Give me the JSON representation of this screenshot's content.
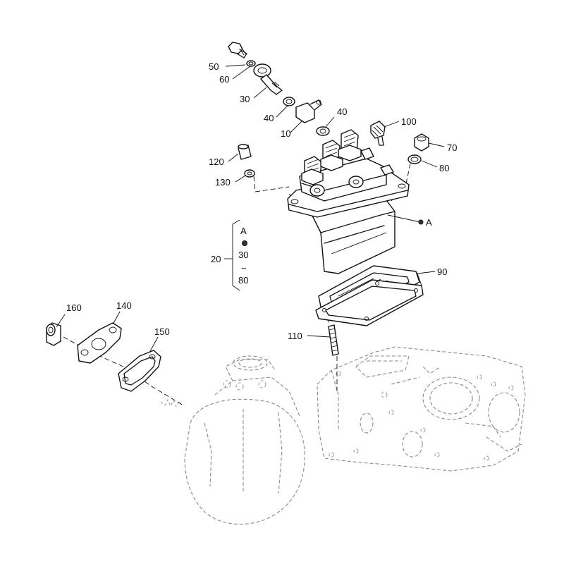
{
  "diagram": {
    "callouts": {
      "c10": "10",
      "c20": "20",
      "c30": "30",
      "c40a": "40",
      "c40b": "40",
      "c50": "50",
      "c60": "60",
      "c70": "70",
      "c80": "80",
      "c90": "90",
      "c100": "100",
      "c110": "110",
      "c120": "120",
      "c130": "130",
      "c140": "140",
      "c150": "150",
      "c160": "160",
      "cA": "A"
    },
    "kit_bracket": {
      "label_a": "A",
      "label_from": "30",
      "label_tilde": "~",
      "label_to": "80"
    }
  }
}
